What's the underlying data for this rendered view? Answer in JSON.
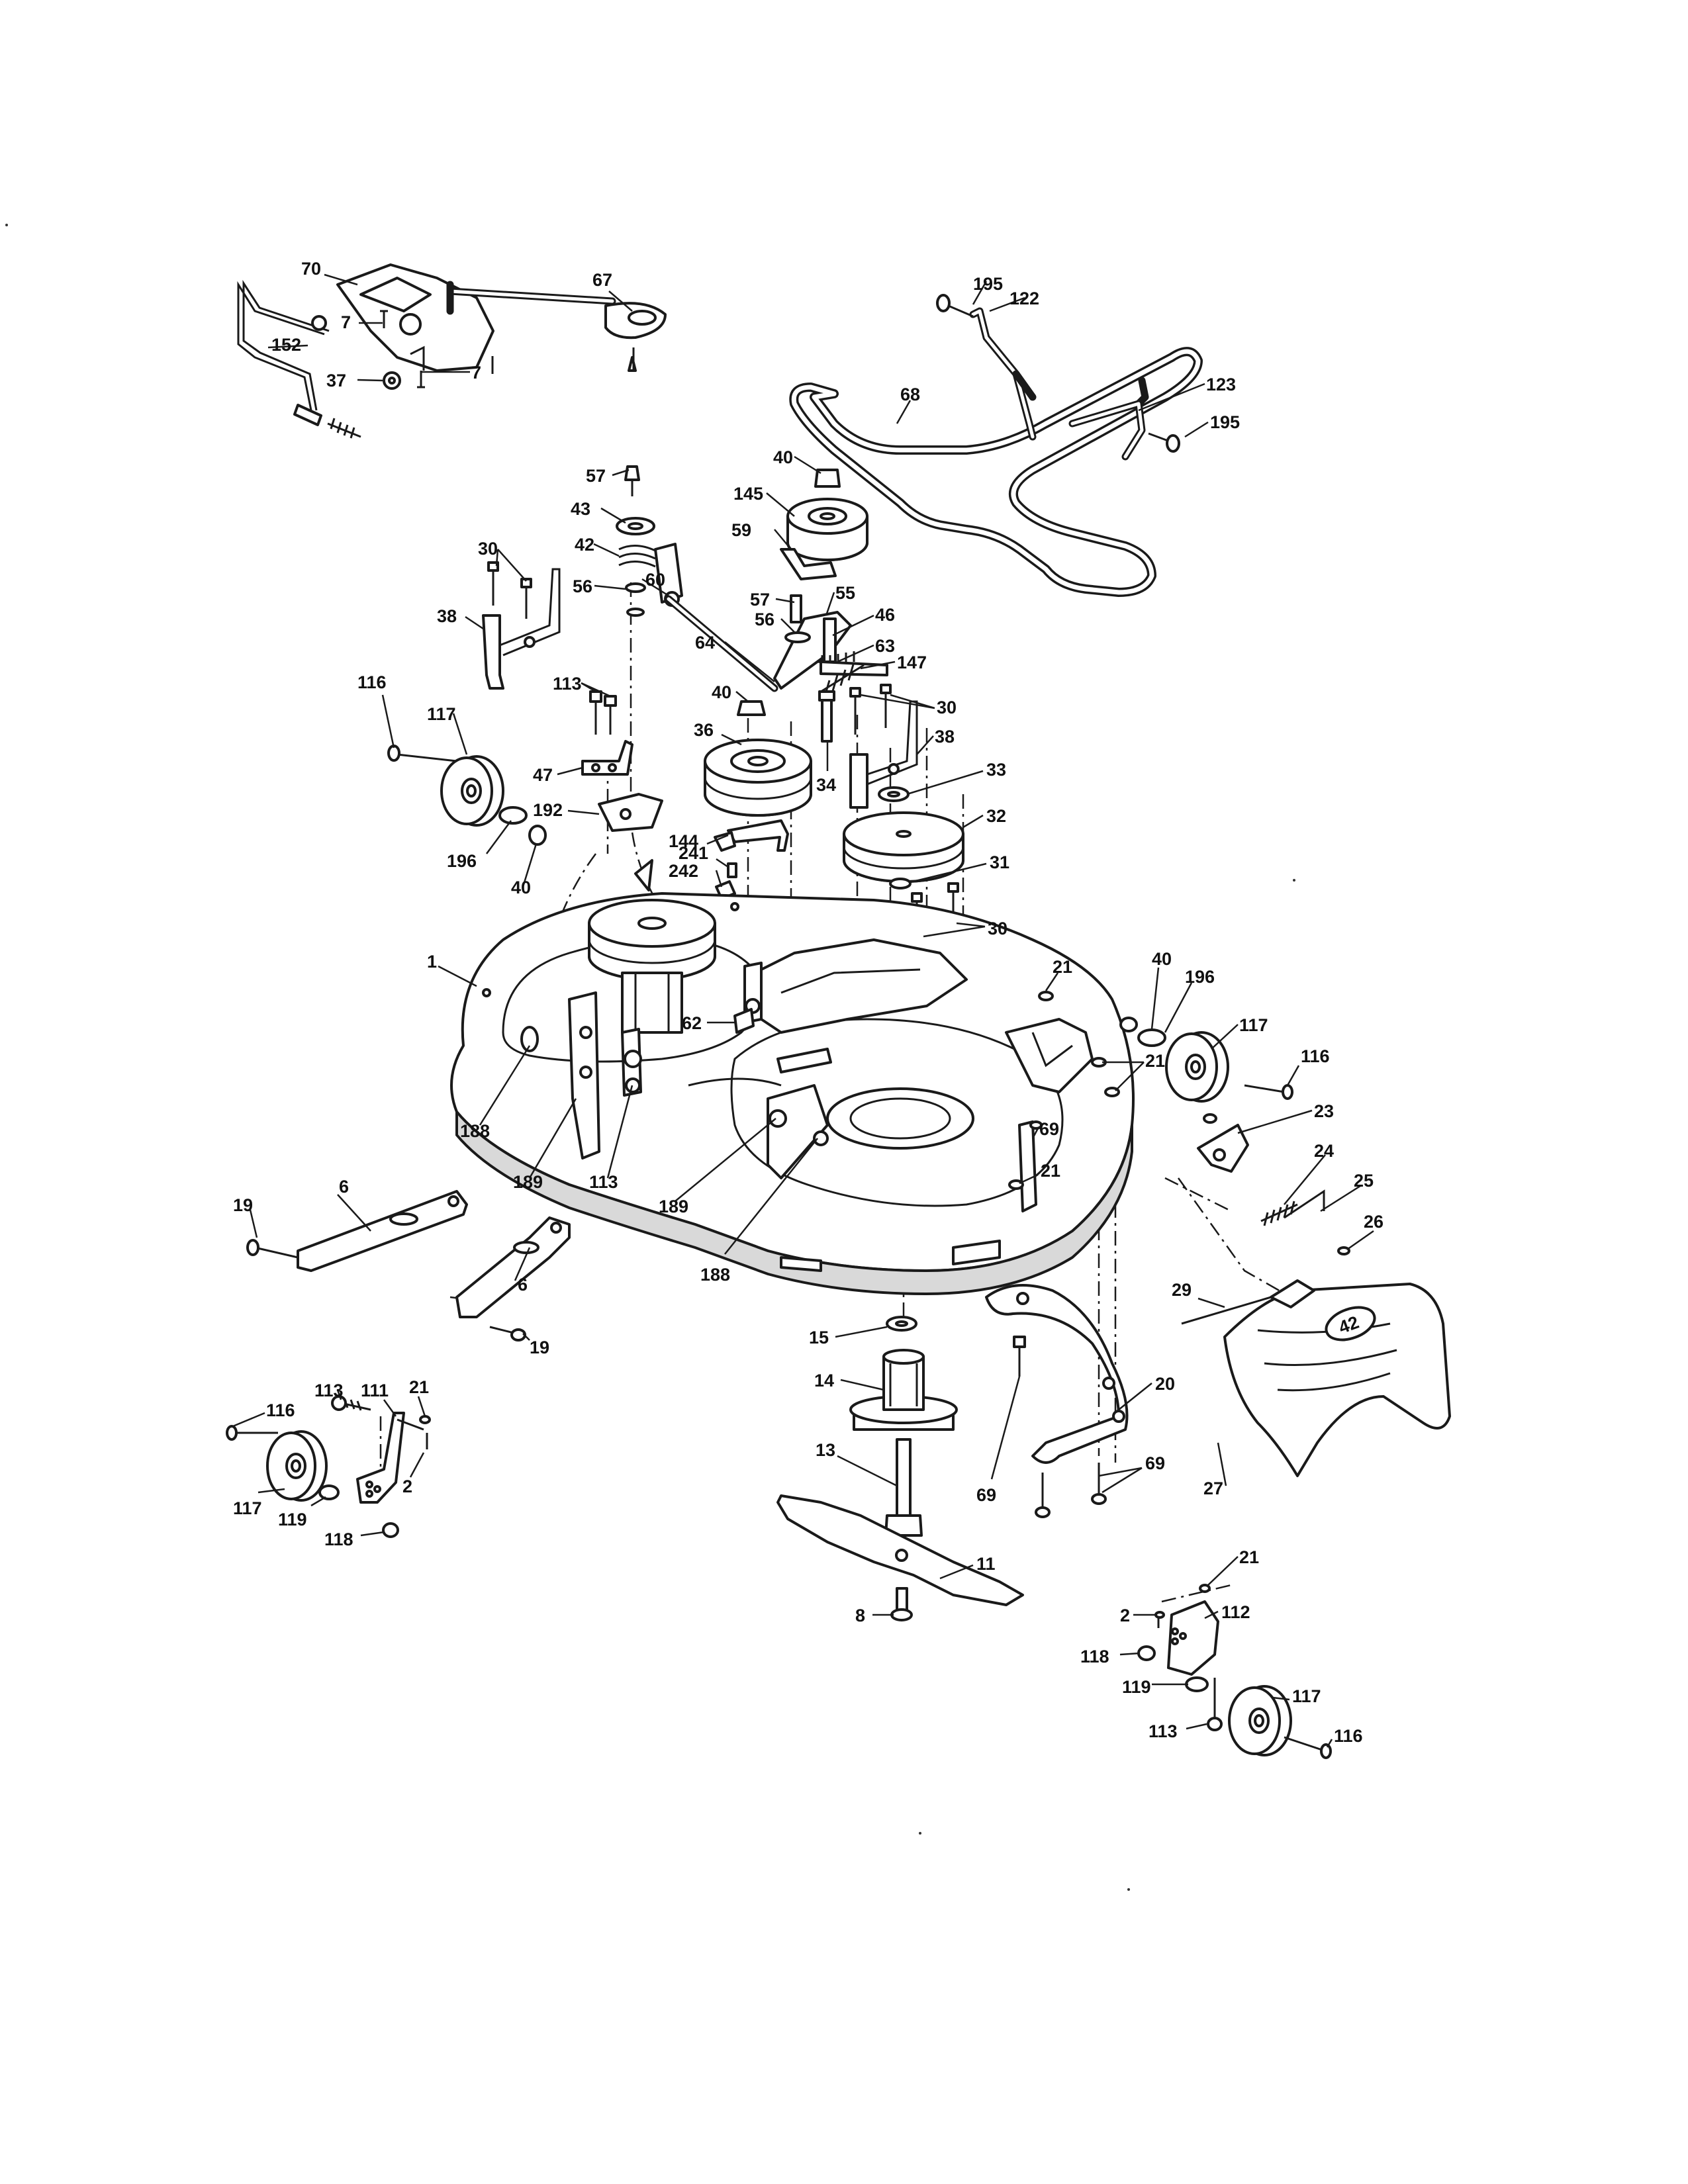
{
  "diagram": {
    "callouts": [
      {
        "id": "c70",
        "text": "70"
      },
      {
        "id": "c67",
        "text": "67"
      },
      {
        "id": "c7a",
        "text": "7"
      },
      {
        "id": "c7b",
        "text": "7"
      },
      {
        "id": "c152",
        "text": "152"
      },
      {
        "id": "c37",
        "text": "37"
      },
      {
        "id": "c195a",
        "text": "195"
      },
      {
        "id": "c122",
        "text": "122"
      },
      {
        "id": "c68",
        "text": "68"
      },
      {
        "id": "c123",
        "text": "123"
      },
      {
        "id": "c195b",
        "text": "195"
      },
      {
        "id": "c57a",
        "text": "57"
      },
      {
        "id": "c40a",
        "text": "40"
      },
      {
        "id": "c43",
        "text": "43"
      },
      {
        "id": "c145",
        "text": "145"
      },
      {
        "id": "c42",
        "text": "42"
      },
      {
        "id": "c59",
        "text": "59"
      },
      {
        "id": "c30a",
        "text": "30"
      },
      {
        "id": "c56a",
        "text": "56"
      },
      {
        "id": "c60",
        "text": "60"
      },
      {
        "id": "c57b",
        "text": "57"
      },
      {
        "id": "c55",
        "text": "55"
      },
      {
        "id": "c38a",
        "text": "38"
      },
      {
        "id": "c56b",
        "text": "56"
      },
      {
        "id": "c46",
        "text": "46"
      },
      {
        "id": "c64",
        "text": "64"
      },
      {
        "id": "c63",
        "text": "63"
      },
      {
        "id": "c147",
        "text": "147"
      },
      {
        "id": "c116a",
        "text": "116"
      },
      {
        "id": "c113a",
        "text": "113"
      },
      {
        "id": "c40b",
        "text": "40"
      },
      {
        "id": "c30b",
        "text": "30"
      },
      {
        "id": "c117a",
        "text": "117"
      },
      {
        "id": "c36",
        "text": "36"
      },
      {
        "id": "c38b",
        "text": "38"
      },
      {
        "id": "c47",
        "text": "47"
      },
      {
        "id": "c34",
        "text": "34"
      },
      {
        "id": "c33",
        "text": "33"
      },
      {
        "id": "c192",
        "text": "192"
      },
      {
        "id": "c144",
        "text": "144"
      },
      {
        "id": "c32",
        "text": "32"
      },
      {
        "id": "c196a",
        "text": "196"
      },
      {
        "id": "c241",
        "text": "241"
      },
      {
        "id": "c40c",
        "text": "40"
      },
      {
        "id": "c242",
        "text": "242"
      },
      {
        "id": "c31",
        "text": "31"
      },
      {
        "id": "c30c",
        "text": "30"
      },
      {
        "id": "c1",
        "text": "1"
      },
      {
        "id": "c21a",
        "text": "21"
      },
      {
        "id": "c40d",
        "text": "40"
      },
      {
        "id": "c196b",
        "text": "196"
      },
      {
        "id": "c62",
        "text": "62"
      },
      {
        "id": "c117b",
        "text": "117"
      },
      {
        "id": "c116b",
        "text": "116"
      },
      {
        "id": "c21b",
        "text": "21"
      },
      {
        "id": "c23",
        "text": "23"
      },
      {
        "id": "c188a",
        "text": "188"
      },
      {
        "id": "c69a",
        "text": "69"
      },
      {
        "id": "c189a",
        "text": "189"
      },
      {
        "id": "c113b",
        "text": "113"
      },
      {
        "id": "c24",
        "text": "24"
      },
      {
        "id": "c21c",
        "text": "21"
      },
      {
        "id": "c25",
        "text": "25"
      },
      {
        "id": "c6a",
        "text": "6"
      },
      {
        "id": "c19a",
        "text": "19"
      },
      {
        "id": "c189b",
        "text": "189"
      },
      {
        "id": "c26",
        "text": "26"
      },
      {
        "id": "c188b",
        "text": "188"
      },
      {
        "id": "c6b",
        "text": "6"
      },
      {
        "id": "c29",
        "text": "29"
      },
      {
        "id": "c15",
        "text": "15"
      },
      {
        "id": "c19b",
        "text": "19"
      },
      {
        "id": "c14",
        "text": "14"
      },
      {
        "id": "c21d",
        "text": "21"
      },
      {
        "id": "c113c",
        "text": "113"
      },
      {
        "id": "c111",
        "text": "111"
      },
      {
        "id": "c116c",
        "text": "116"
      },
      {
        "id": "c20",
        "text": "20"
      },
      {
        "id": "c13",
        "text": "13"
      },
      {
        "id": "c69b",
        "text": "69"
      },
      {
        "id": "c27",
        "text": "27"
      },
      {
        "id": "c2a",
        "text": "2"
      },
      {
        "id": "c117c",
        "text": "117"
      },
      {
        "id": "c69c",
        "text": "69"
      },
      {
        "id": "c119a",
        "text": "119"
      },
      {
        "id": "c118a",
        "text": "118"
      },
      {
        "id": "c11",
        "text": "11"
      },
      {
        "id": "c21e",
        "text": "21"
      },
      {
        "id": "c8",
        "text": "8"
      },
      {
        "id": "c2b",
        "text": "2"
      },
      {
        "id": "c112",
        "text": "112"
      },
      {
        "id": "c118b",
        "text": "118"
      },
      {
        "id": "c119b",
        "text": "119"
      },
      {
        "id": "c117d",
        "text": "117"
      },
      {
        "id": "c113d",
        "text": "113"
      },
      {
        "id": "c116d",
        "text": "116"
      }
    ],
    "chute_badge": "42"
  }
}
